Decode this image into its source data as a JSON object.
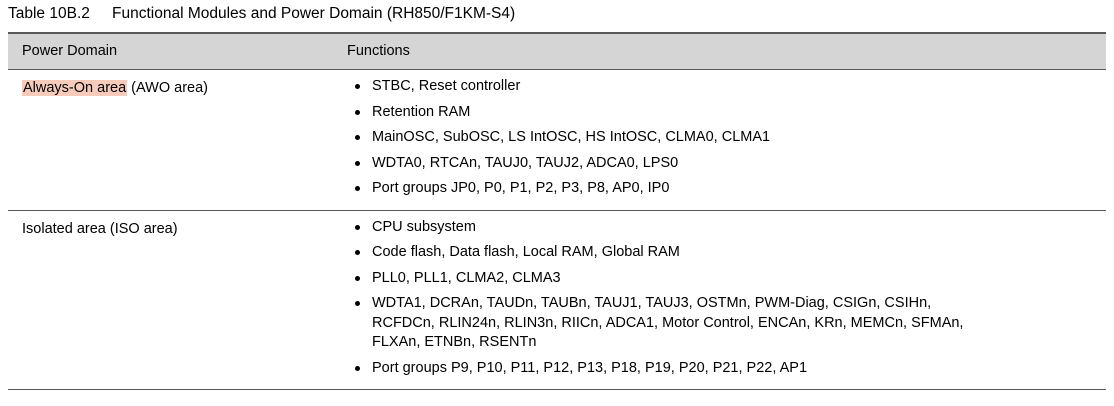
{
  "caption": {
    "label": "Table 10B.2",
    "title": "Functional Modules and Power Domain (RH850/F1KM-S4)"
  },
  "table": {
    "headers": {
      "power_domain": "Power Domain",
      "functions": "Functions"
    },
    "rows": [
      {
        "domain_highlight": "Always-On area",
        "domain_rest": " (AWO area)",
        "highlight_color": "#f7cbbc",
        "functions": [
          [
            "STBC, Reset controller"
          ],
          [
            "Retention RAM"
          ],
          [
            "MainOSC, SubOSC, LS IntOSC, HS IntOSC, CLMA0, CLMA1"
          ],
          [
            "WDTA0, RTCAn, TAUJ0, TAUJ2, ADCA0, LPS0"
          ],
          [
            "Port groups JP0, P0, P1, P2, P3, P8, AP0, IP0"
          ]
        ]
      },
      {
        "domain_highlight": "",
        "domain_rest": "Isolated area (ISO area)",
        "functions": [
          [
            "CPU subsystem"
          ],
          [
            "Code flash, Data flash, Local RAM, Global RAM"
          ],
          [
            "PLL0, PLL1, CLMA2, CLMA3"
          ],
          [
            "WDTA1, DCRAn, TAUDn, TAUBn, TAUJ1, TAUJ3, OSTMn, PWM-Diag, CSIGn, CSIHn,",
            "RCFDCn, RLIN24n, RLIN3n, RIICn, ADCA1, Motor Control, ENCAn, KRn, MEMCn, SFMAn,",
            "FLXAn, ETNBn, RSENTn"
          ],
          [
            "Port groups P9, P10, P11, P12, P13, P18, P19, P20, P21, P22, AP1"
          ]
        ]
      }
    ]
  },
  "colors": {
    "header_background": "#d5d5d5",
    "rule": "#595959",
    "text": "#000000"
  }
}
